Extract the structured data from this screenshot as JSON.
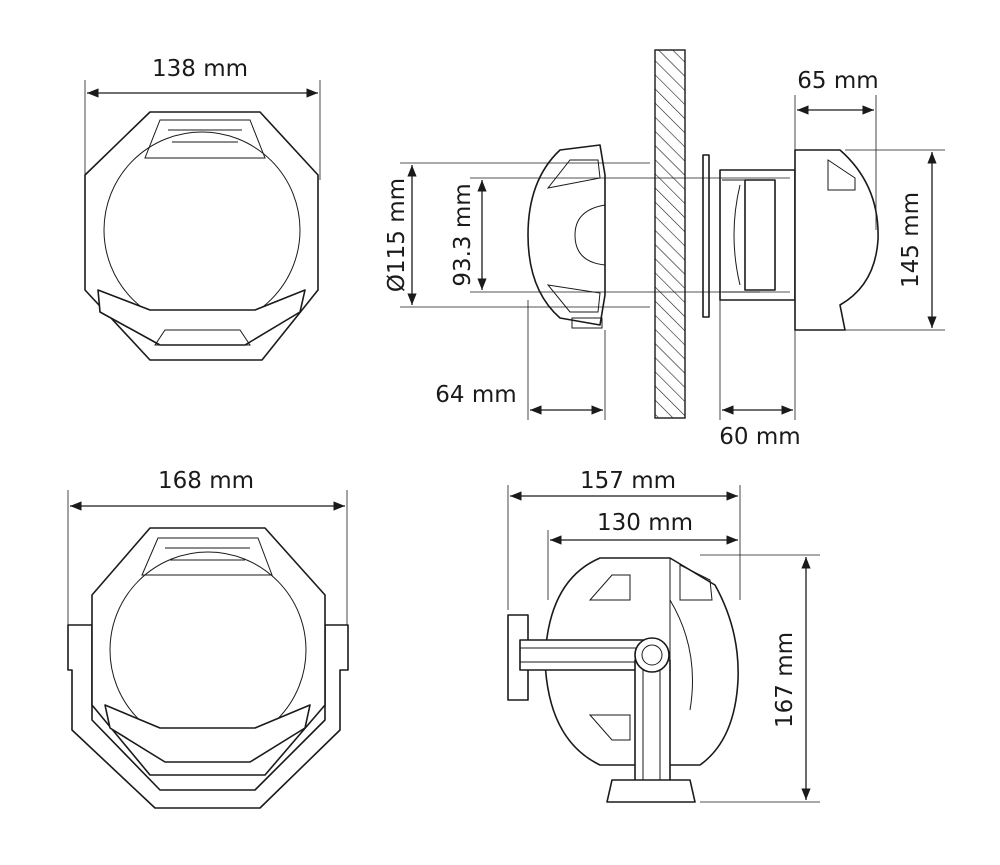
{
  "title": "Compass mounting dimensions",
  "dimensions": {
    "top_view_width": "138 mm",
    "flush_depth_front": "65 mm",
    "flush_height": "145 mm",
    "cutout_diameter": "Ø115 mm",
    "bolt_spacing": "93.3 mm",
    "rear_depth": "64 mm",
    "front_depth": "60 mm",
    "bracket_width": "168 mm",
    "bracket_depth_total": "157 mm",
    "bracket_depth_body": "130 mm",
    "bracket_height": "167 mm"
  }
}
